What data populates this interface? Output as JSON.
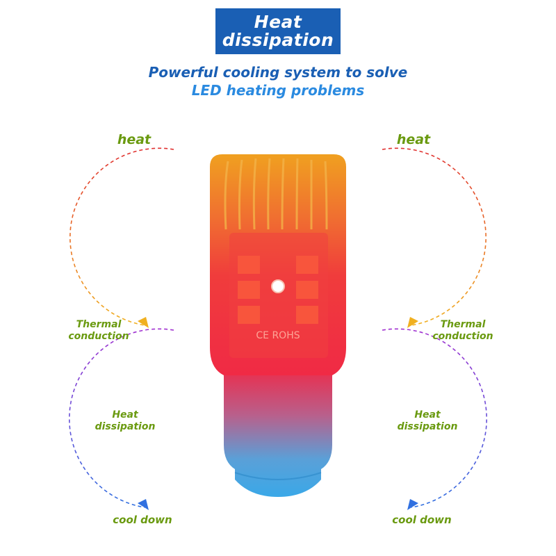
{
  "header": {
    "badge_line1": "Heat",
    "badge_line2": "dissipation",
    "subtitle_line1": "Powerful cooling system to solve",
    "subtitle_line2": "LED heating problems"
  },
  "left": {
    "heat": "heat",
    "thermal_line1": "Thermal",
    "thermal_line2": "conduction",
    "dissipation_line1": "Heat",
    "dissipation_line2": "dissipation",
    "cool": "cool down"
  },
  "right": {
    "heat": "heat",
    "thermal_line1": "Thermal",
    "thermal_line2": "conduction",
    "dissipation_line1": "Heat",
    "dissipation_line2": "dissipation",
    "cool": "cool down"
  },
  "bulb": {
    "marking": "CE ROHS"
  },
  "colors": {
    "badge": "#1a5fb4",
    "label_green": "#6a9a10",
    "arc_red": "#e03030",
    "arc_orange": "#f0b020",
    "arc_purple": "#a030d0",
    "arc_blue": "#3070e0"
  }
}
